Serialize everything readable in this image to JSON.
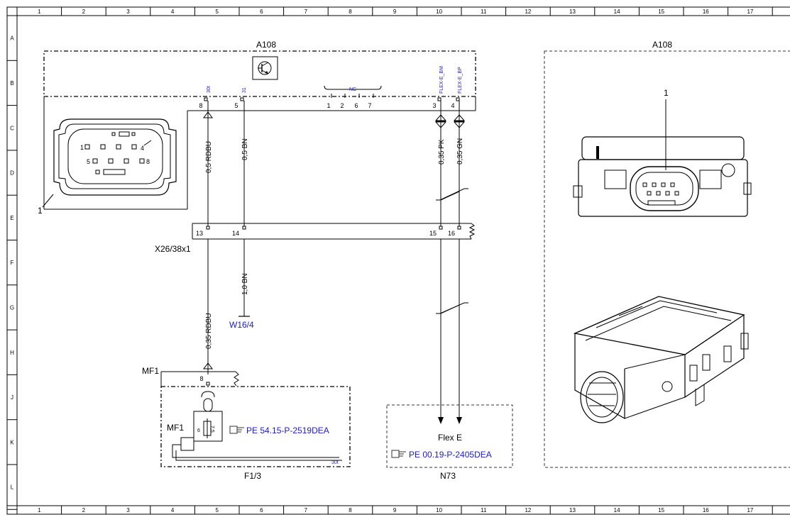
{
  "columns": [
    "1",
    "2",
    "3",
    "4",
    "5",
    "6",
    "7",
    "8",
    "9",
    "10",
    "11",
    "12",
    "13",
    "14",
    "15",
    "16",
    "17"
  ],
  "rows": [
    "A",
    "B",
    "C",
    "D",
    "E",
    "F",
    "G",
    "H",
    "J",
    "K",
    "L"
  ],
  "module": {
    "name_left": "A108",
    "name_right": "A108",
    "pins_top": {
      "p8": "8",
      "p5": "5",
      "p1": "1",
      "p2": "2",
      "p6": "6",
      "p7": "7",
      "p3": "3",
      "p4": "4"
    },
    "sig_30t": "30t",
    "sig_31": "31",
    "sig_nc": "NC",
    "sig_flex_bm": "FLEX-E_BM",
    "sig_flex_bp": "FLEX-E_BP",
    "connector_item": "1",
    "photo_item": "1",
    "connector_pins": {
      "c1": "1",
      "c4": "4",
      "c5": "5",
      "c8": "8"
    }
  },
  "wires": {
    "w1": "0,5 RDBU",
    "w2": "0,5 BN",
    "w3": "0,35 PK",
    "w4": "0,35 GN",
    "w5": "1,0 BN",
    "w6": "0,35 RDBU"
  },
  "connector_x26": {
    "name": "X26/38x1",
    "pins": {
      "p13": "13",
      "p14": "14",
      "p15": "15",
      "p16": "16"
    }
  },
  "ground": "W16/4",
  "fuse": {
    "mf1_top": "MF1",
    "pin8": "8",
    "mf1_inner": "MF1",
    "pin6": "6",
    "rating": "7,5",
    "ref": "PE 54.15-P-2519DEA",
    "sig_30t": "30t",
    "name": "F1/3"
  },
  "n73": {
    "title": "Flex E",
    "ref": "PE 00.19-P-2405DEA",
    "name": "N73"
  }
}
